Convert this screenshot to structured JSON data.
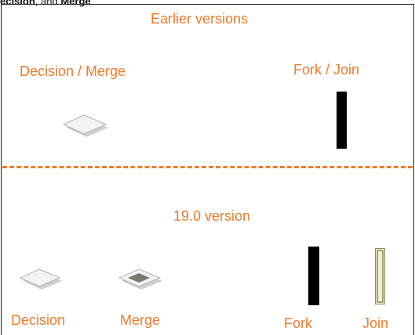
{
  "caption_fragment": {
    "before": "ecision",
    "middle": ", and ",
    "bold_end": "Merge"
  },
  "earlier": {
    "title": "Earlier versions",
    "decision_merge_label": "Decision / Merge",
    "fork_join_label": "Fork / Join"
  },
  "new": {
    "title": "19.0 version",
    "decision_label": "Decision",
    "merge_label": "Merge",
    "fork_label": "Fork",
    "join_label": "Join"
  },
  "colors": {
    "label": "#f07a2a",
    "divider": "#f07a2a",
    "bar": "#000000",
    "join_fill": "#eeeed2",
    "join_border": "#8c8c5a"
  }
}
